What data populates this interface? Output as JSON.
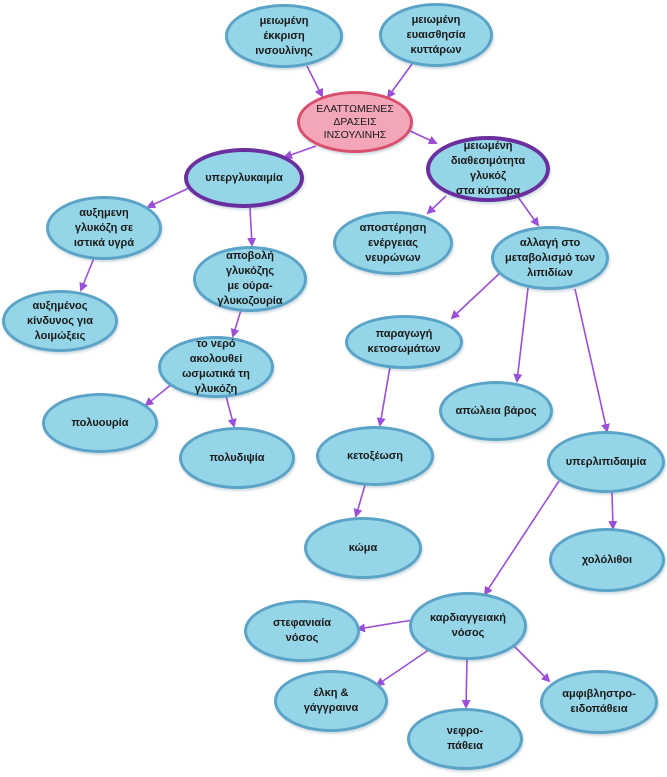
{
  "colors": {
    "node_fill": "#95d5e8",
    "node_border": "#5ba4c7",
    "root_fill": "#f2a6b8",
    "root_border": "#d9506f",
    "emphasis_border": "#6a2f9e",
    "arrow": "#9a4fd6"
  },
  "nodes": {
    "secretion": "μειωμένη\nέκκριση\nινσουλίνης",
    "sensitivity": "μειωμένη\nευαισθησία\nκυττάρων",
    "root": "ΕΛΑΤΤΩΜΕΝΕΣ\nΔΡΑΣΕΙΣ\nΙΝΣΟΥΛΙΝΗΣ",
    "hyperglycemia": "υπεργλυκαιμία",
    "availability": "μειωμένη\nδιαθεσιμότητα γλυκόζ\nστα κύτταρα",
    "tissue_glucose": "αυξημενη\nγλυκόζη σε\nιστικά υγρά",
    "excretion": "αποβολή γλυκόζης\nμε ούρα-\nγλυκοζουρία",
    "neuron_deprivation": "αποστέρηση\nενέργειας\nνευρώνων",
    "lipid_metabolism": "αλλαγή στο\nμεταβολισμό των\nλιπιδίων",
    "infection_risk": "αυξημένος\nκίνδυνος για\nλοιμώξεις",
    "water_follows": "το νερό ακολουθεί\nωσμωτικά τη\nγλυκόζη",
    "ketone_production": "παραγωγή\nκετοσωμάτων",
    "polyuria": "πολυουρία",
    "weight_loss": "απώλεια βάρος",
    "polydipsia": "πολυδιψία",
    "ketoacidosis": "κετοξέωση",
    "hyperlipidemia": "υπερλιπιδαιμία",
    "coma": "κώμα",
    "gallstones": "χολόλιθοι",
    "cardiovascular": "καρδιαγγειακή\nνόσος",
    "coronary": "στεφανιαία\nνόσος",
    "ulcers": "έλκη &\nγάγγραινα",
    "nephropathy": "νεφρο-\nπάθεια",
    "retinopathy": "αμφιβληστρο-\nειδοπάθεια"
  }
}
